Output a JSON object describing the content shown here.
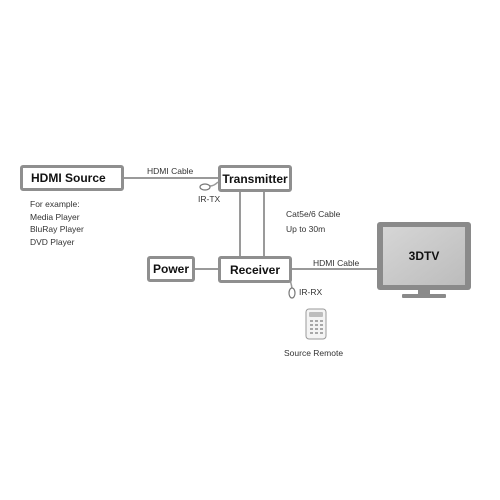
{
  "nodes": {
    "hdmi_source": "HDMI Source",
    "transmitter": "Transmitter",
    "receiver": "Receiver",
    "power": "Power",
    "tv": "3DTV"
  },
  "labels": {
    "hdmi_cable_in": "HDMI Cable",
    "hdmi_cable_out": "HDMI Cable",
    "ir_tx": "IR-TX",
    "ir_rx": "IR-RX",
    "cat_cable": "Cat5e/6 Cable",
    "distance": "Up to 30m",
    "source_remote": "Source Remote"
  },
  "examples": {
    "heading": "For example:",
    "items": [
      "Media Player",
      "BluRay Player",
      "DVD Player"
    ]
  },
  "colors": {
    "box_border": "#8f8f8f",
    "line": "#9a9a9a",
    "tv_frame": "#8a8a8a",
    "tv_screen": "#c8c8c8"
  }
}
